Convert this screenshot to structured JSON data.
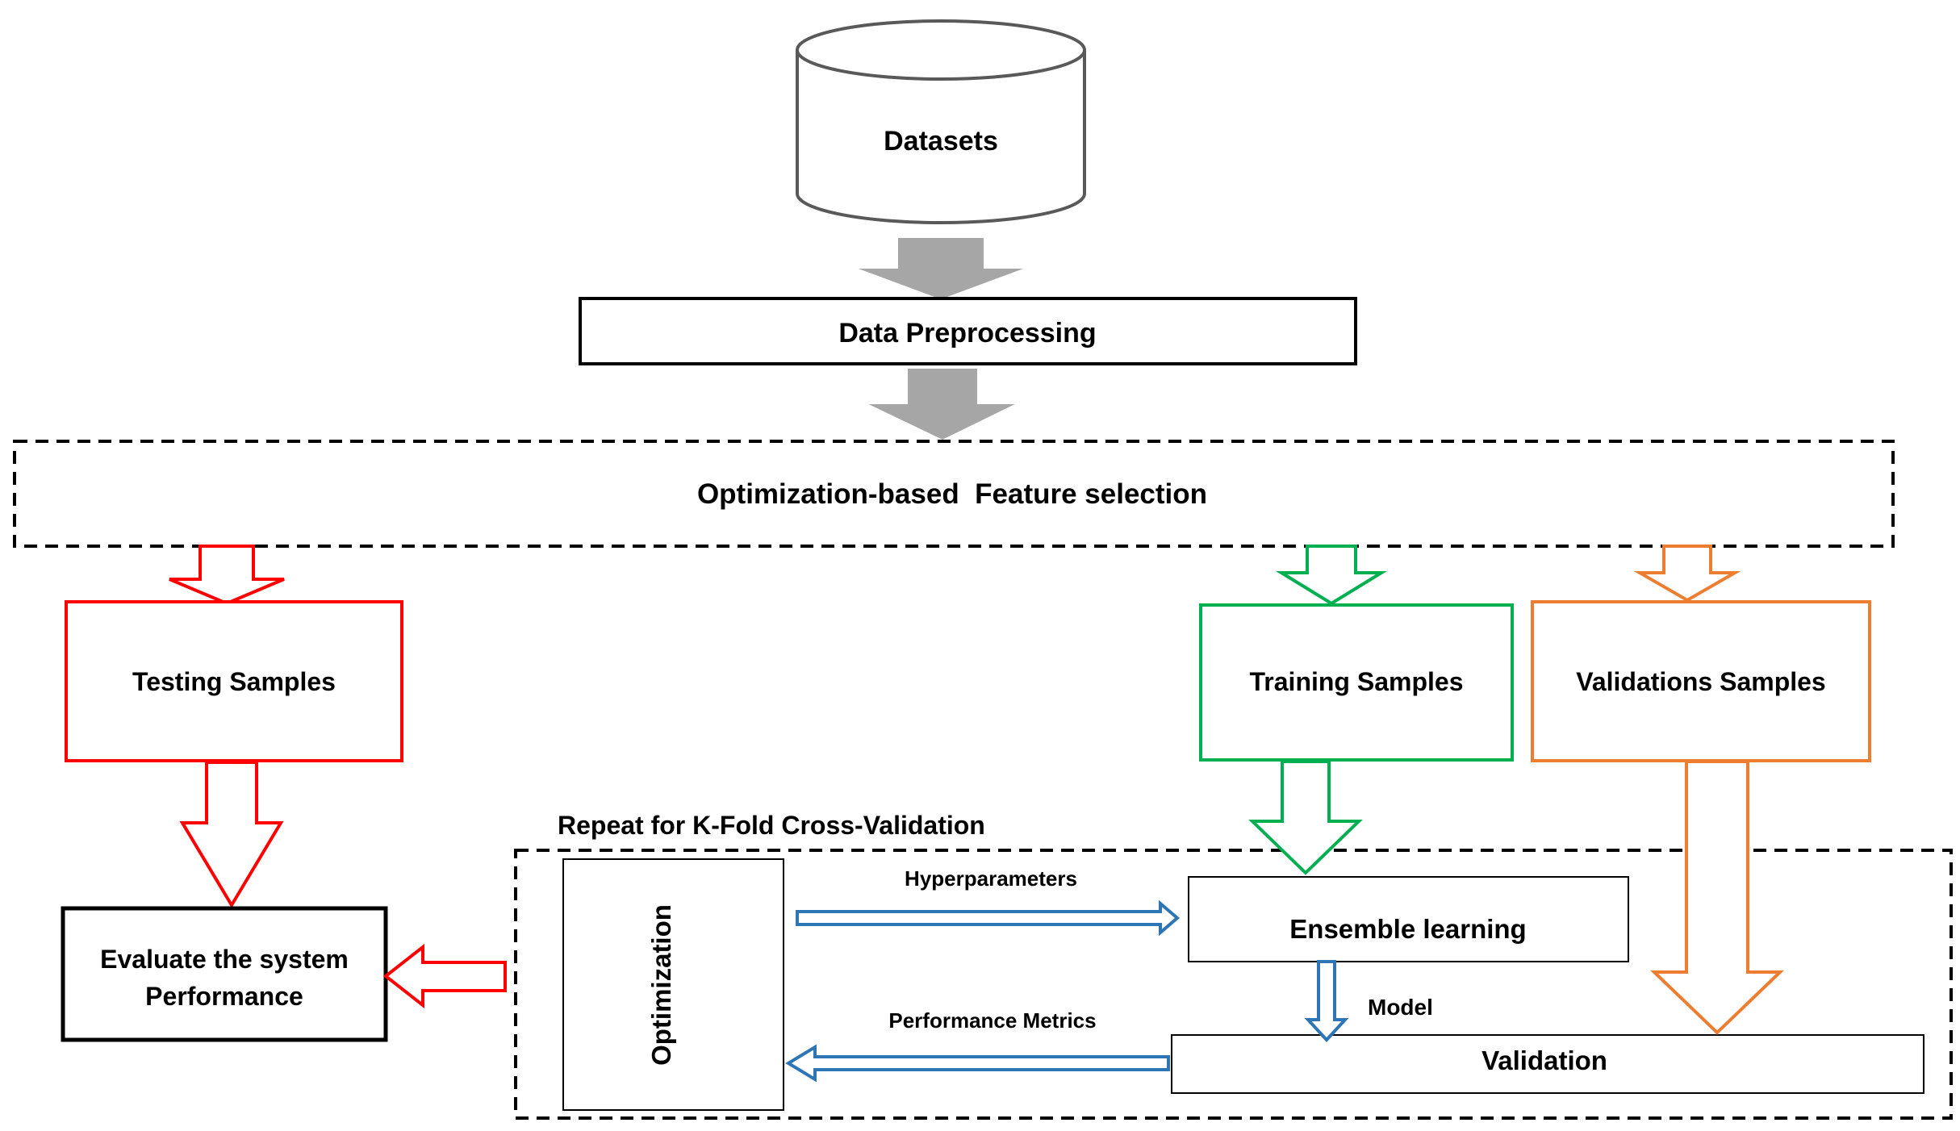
{
  "nodes": {
    "datasets": "Datasets",
    "data_preprocessing": "Data Preprocessing",
    "feature_selection": "Optimization-based  Feature selection",
    "testing_samples": "Testing Samples",
    "training_samples": "Training Samples",
    "validation_samples": "Validations Samples",
    "evaluate_line1": "Evaluate the system",
    "evaluate_line2": "Performance",
    "optimization": "Optimization",
    "ensemble_learning": "Ensemble learning",
    "validation": "Validation"
  },
  "group_label": "Repeat for K-Fold Cross-Validation",
  "edge_labels": {
    "hyperparameters": "Hyperparameters",
    "model": "Model",
    "performance_metrics": "Performance Metrics"
  },
  "colors": {
    "gray_arrow": "#a6a6a6",
    "red": "#ff0000",
    "green": "#00b050",
    "orange": "#ed7d31",
    "blue": "#2e75b6",
    "black": "#000000"
  }
}
